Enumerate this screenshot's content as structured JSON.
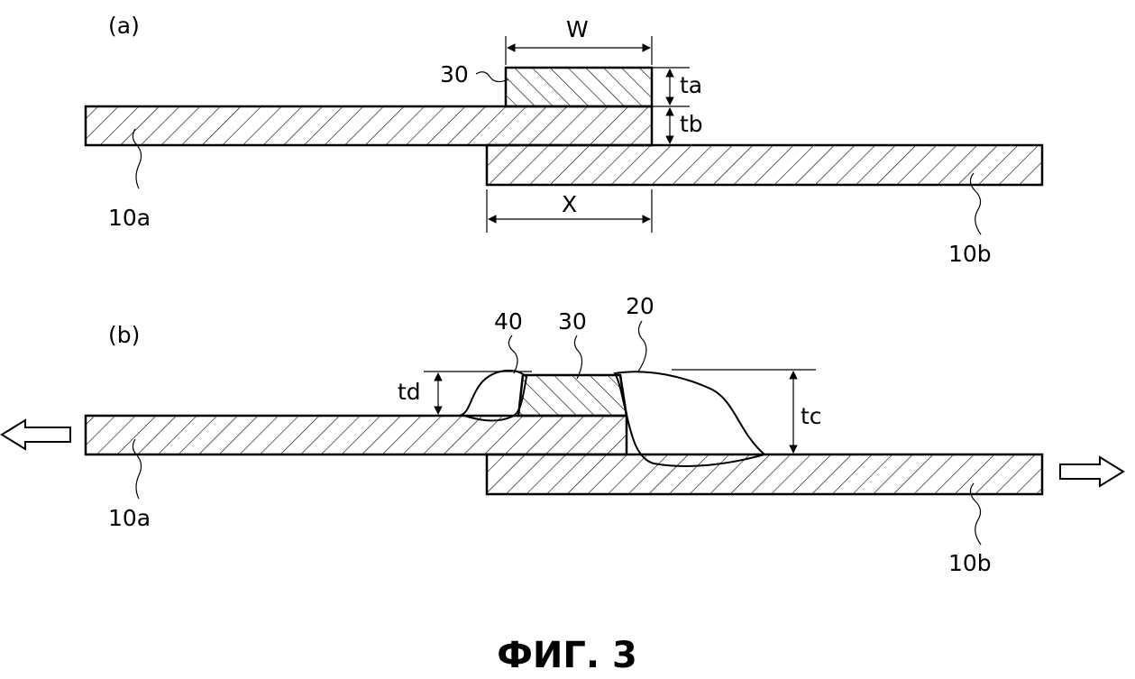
{
  "panels": {
    "a": {
      "panel_label": "(a)",
      "labels": {
        "width": "W",
        "thickness_a": "ta",
        "thickness_b": "tb",
        "overlap": "X",
        "insert": "30",
        "plate_left": "10a",
        "plate_right": "10b"
      }
    },
    "b": {
      "panel_label": "(b)",
      "labels": {
        "fillet": "40",
        "insert": "30",
        "weld": "20",
        "thickness_d": "td",
        "thickness_c": "tc",
        "plate_left": "10a",
        "plate_right": "10b"
      }
    }
  },
  "caption": "ФИГ. 3"
}
